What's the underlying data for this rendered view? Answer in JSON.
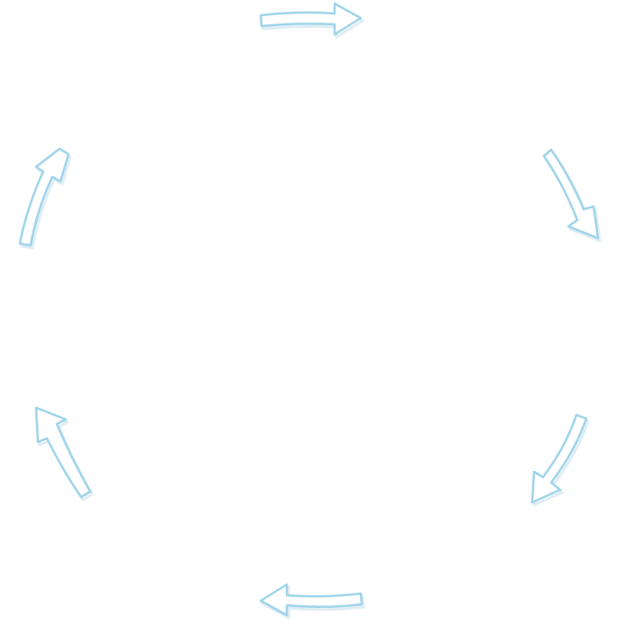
{
  "diagram": {
    "type": "cycle",
    "direction": "clockwise",
    "arrow_count": 6,
    "arrow_color": "#9fd4ea",
    "arrow_fill": "#ffffff",
    "arrows": [
      {
        "name": "arrow-top",
        "pointing": "right"
      },
      {
        "name": "arrow-upper-right",
        "pointing": "down-right"
      },
      {
        "name": "arrow-lower-right",
        "pointing": "down-left"
      },
      {
        "name": "arrow-bottom",
        "pointing": "left"
      },
      {
        "name": "arrow-lower-left",
        "pointing": "up-left"
      },
      {
        "name": "arrow-upper-left",
        "pointing": "up-right"
      }
    ]
  }
}
